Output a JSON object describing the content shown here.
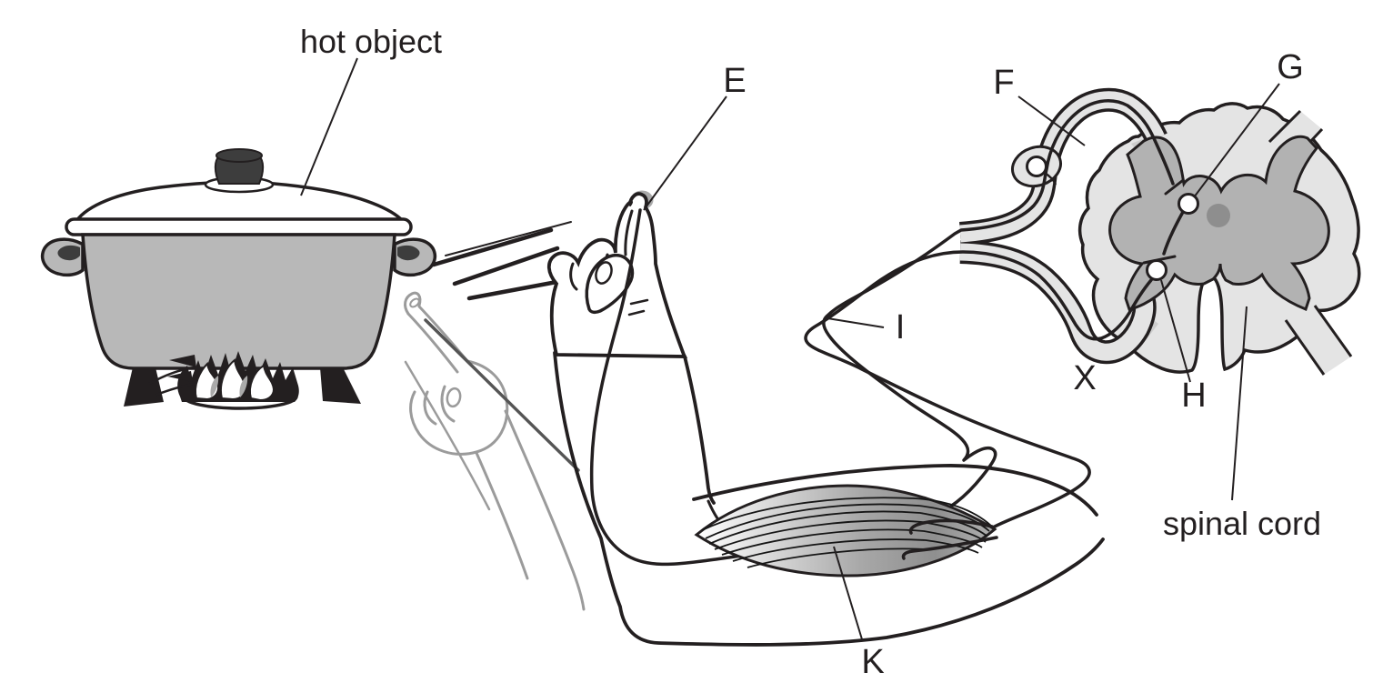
{
  "labels": {
    "hot_object": {
      "text": "hot object"
    },
    "spinal_cord": {
      "text": "spinal cord"
    },
    "E": {
      "text": "E"
    },
    "F": {
      "text": "F"
    },
    "G": {
      "text": "G"
    },
    "H": {
      "text": "H"
    },
    "I": {
      "text": "I"
    },
    "K": {
      "text": "K"
    },
    "X": {
      "text": "X"
    }
  },
  "colors": {
    "outline": "#231f20",
    "pot_body": "#b8b8b8",
    "dark_fitting": "#3d3d3d",
    "nerve_sheath": "#e4e4e4",
    "spinal_white_matter": "#e4e4e4",
    "spinal_gray_matter": "#b2b2b2",
    "dorsal_column": "#cdcdcd",
    "central_canal": "#8e8e8e",
    "ghost_hand": "#9b9b9b",
    "ghost_nerve": "#555555",
    "burn_spot": "#a9a9a9",
    "muscle_dark": "#8f8f8f"
  }
}
